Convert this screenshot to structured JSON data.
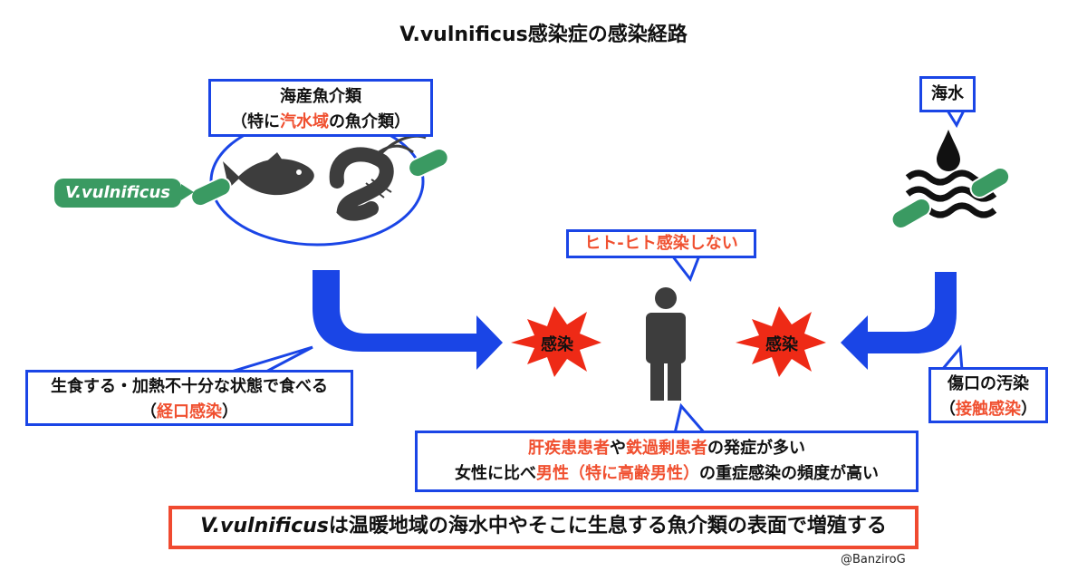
{
  "title": "V.vulnificus感染症の感染経路",
  "seafood": {
    "line1": "海産魚介類",
    "line2_pre": "（特に",
    "line2_red": "汽水域",
    "line2_post": "の魚介類）"
  },
  "seawater": {
    "label": "海水"
  },
  "bacteria_label": "V.vulnificus",
  "no_human_transmission": "ヒト-ヒト感染しない",
  "infection_left": "感染",
  "infection_right": "感染",
  "oral": {
    "line1": "生食する・加熱不十分な状態で食べる",
    "line2_pre": "（",
    "line2_red": "経口感染",
    "line2_post": "）"
  },
  "wound": {
    "line1": "傷口の汚染",
    "line2_pre": "（",
    "line2_red": "接触感染",
    "line2_post": "）"
  },
  "risk": {
    "l1_r1": "肝疾患患者",
    "l1_m": "や",
    "l1_r2": "鉄過剰患者",
    "l1_end": "の発症が多い",
    "l2_pre": "女性に比べ",
    "l2_red": "男性（特に高齢男性）",
    "l2_end": "の重症感染の頻度が高い"
  },
  "summary": {
    "italic": "V.vulnificus",
    "rest": "は温暖地域の海水中やそこに生息する魚介類の表面で増殖する"
  },
  "credit": "@BanziroG",
  "colors": {
    "blue": "#1a45e6",
    "red": "#f05030",
    "green": "#3a9a62",
    "dark": "#444444"
  }
}
